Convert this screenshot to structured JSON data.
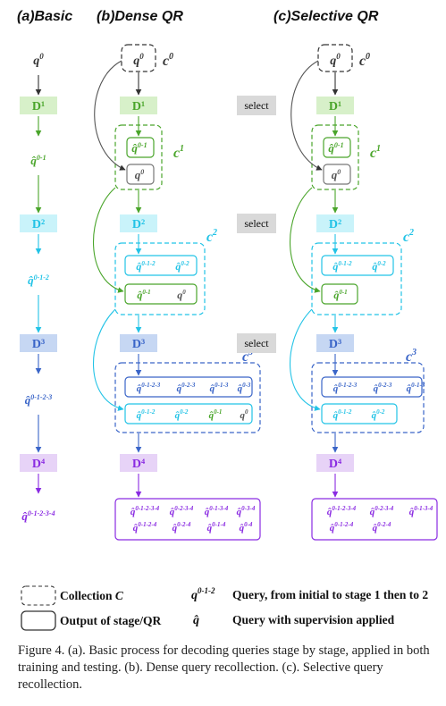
{
  "headers": {
    "basic": "(a)Basic",
    "dense": "(b)Dense QR",
    "selective": "(c)Selective QR"
  },
  "colors": {
    "green": "#4aa52b",
    "cyan": "#22c3e6",
    "blue": "#3a65c8",
    "purple": "#8a2be2",
    "dark": "#333333",
    "gray": "#666666"
  },
  "basic": {
    "q0": {
      "base": "q",
      "sup": "0"
    },
    "stages": [
      "D¹",
      "D²",
      "D³",
      "D⁴"
    ],
    "outputs": [
      {
        "base": "q̂",
        "sup": "0-1"
      },
      {
        "base": "q̂",
        "sup": "0-1-2"
      },
      {
        "base": "q̂",
        "sup": "0-1-2-3"
      },
      {
        "base": "q̂",
        "sup": "0-1-2-3-4"
      }
    ]
  },
  "dense": {
    "q0": {
      "base": "q",
      "sup": "0"
    },
    "stages": [
      "D¹",
      "D²",
      "D³",
      "D⁴"
    ],
    "collections": [
      {
        "base": "c",
        "sup": "0"
      },
      {
        "base": "c",
        "sup": "1"
      },
      {
        "base": "c",
        "sup": "2"
      },
      {
        "base": "c",
        "sup": "3"
      }
    ],
    "c1": [
      [
        {
          "base": "q̂",
          "sup": "0-1"
        }
      ],
      [
        {
          "base": "q",
          "sup": "0"
        }
      ]
    ],
    "c2": [
      [
        {
          "base": "q̂",
          "sup": "0-1-2"
        },
        {
          "base": "q̂",
          "sup": "0-2"
        }
      ],
      [
        {
          "base": "q̂",
          "sup": "0-1"
        },
        {
          "base": "q",
          "sup": "0"
        }
      ]
    ],
    "c3": [
      [
        {
          "base": "q̂",
          "sup": "0-1-2-3"
        },
        {
          "base": "q̂",
          "sup": "0-2-3"
        },
        {
          "base": "q̂",
          "sup": "0-1-3"
        },
        {
          "base": "q̂",
          "sup": "0-3"
        }
      ],
      [
        {
          "base": "q̂",
          "sup": "0-1-2"
        },
        {
          "base": "q̂",
          "sup": "0-2"
        },
        {
          "base": "q̂",
          "sup": "0-1"
        },
        {
          "base": "q",
          "sup": "0"
        }
      ]
    ],
    "final": [
      {
        "base": "q̂",
        "sup": "0-1-2-3-4"
      },
      {
        "base": "q̂",
        "sup": "0-2-3-4"
      },
      {
        "base": "q̂",
        "sup": "0-1-3-4"
      },
      {
        "base": "q̂",
        "sup": "0-3-4"
      },
      {
        "base": "q̂",
        "sup": "0-1-2-4"
      },
      {
        "base": "q̂",
        "sup": "0-2-4"
      },
      {
        "base": "q̂",
        "sup": "0-1-4"
      },
      {
        "base": "q̂",
        "sup": "0-4"
      }
    ]
  },
  "selective": {
    "q0": {
      "base": "q",
      "sup": "0"
    },
    "select_label": "select",
    "stages": [
      "D¹",
      "D²",
      "D³",
      "D⁴"
    ],
    "collections": [
      {
        "base": "c",
        "sup": "0"
      },
      {
        "base": "c",
        "sup": "1"
      },
      {
        "base": "c",
        "sup": "2"
      },
      {
        "base": "c",
        "sup": "3"
      }
    ],
    "c1": [
      [
        {
          "base": "q̂",
          "sup": "0-1"
        }
      ],
      [
        {
          "base": "q",
          "sup": "0"
        }
      ]
    ],
    "c2": [
      [
        {
          "base": "q̂",
          "sup": "0-1-2"
        },
        {
          "base": "q̂",
          "sup": "0-2"
        }
      ],
      [
        {
          "base": "q̂",
          "sup": "0-1"
        }
      ]
    ],
    "c3": [
      [
        {
          "base": "q̂",
          "sup": "0-1-2-3"
        },
        {
          "base": "q̂",
          "sup": "0-2-3"
        },
        {
          "base": "q̂",
          "sup": "0-1-3"
        }
      ],
      [
        {
          "base": "q̂",
          "sup": "0-1-2"
        },
        {
          "base": "q̂",
          "sup": "0-2"
        }
      ]
    ],
    "final": [
      {
        "base": "q̂",
        "sup": "0-1-2-3-4"
      },
      {
        "base": "q̂",
        "sup": "0-2-3-4"
      },
      {
        "base": "q̂",
        "sup": "0-1-3-4"
      },
      {
        "base": "q̂",
        "sup": "0-1-2-4"
      },
      {
        "base": "q̂",
        "sup": "0-2-4"
      }
    ]
  },
  "legend": {
    "collection_label": "Collection ",
    "collection_symbol": "C",
    "output_label": "Output of stage/QR",
    "query_symbol": {
      "base": "q",
      "sup": "0-1-2"
    },
    "query_desc": "Query, from initial to stage 1 then to 2",
    "supervised_symbol": "q̂",
    "supervised_desc": "Query with supervision applied"
  },
  "caption": "Figure 4. (a). Basic process for decoding queries stage by stage, applied in both training and testing. (b). Dense query recollection. (c). Selective query recollection."
}
